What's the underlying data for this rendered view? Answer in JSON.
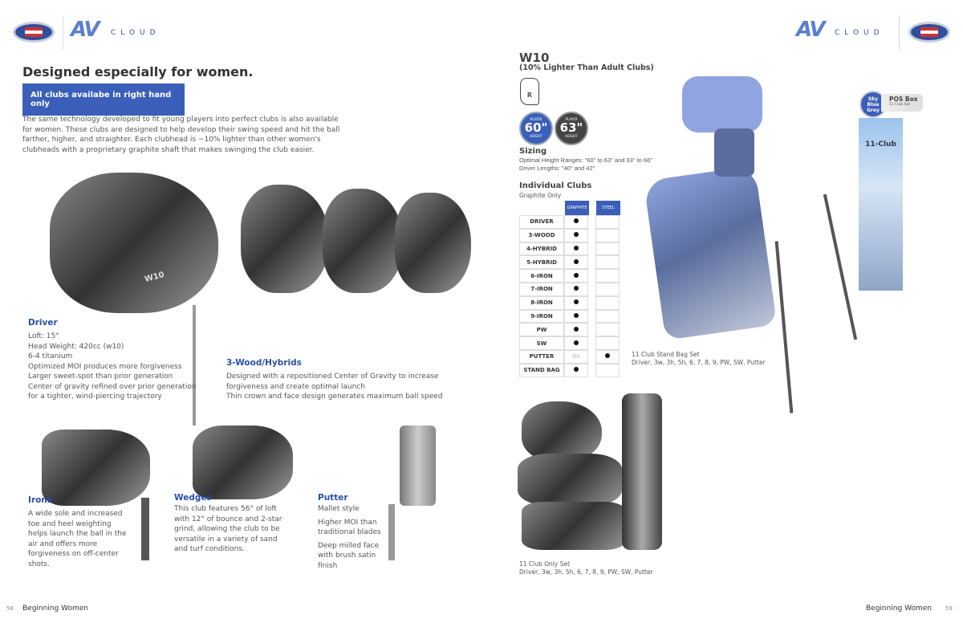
{
  "brand": {
    "name": "AV",
    "sub": "CLOUD"
  },
  "left": {
    "title": "Designed especially for women.",
    "banner": "All clubs availabe in right hand only",
    "intro": "The same technology developed to fit young players into perfect clubs is also available for women. These clubs are designed to help develop their swing speed and hit the ball farther, higher, and straighter. Each clubhead is ~10% lighter than other women's clubheads with a proprietary graphite shaft that makes swinging the club easier.",
    "driver": {
      "title": "Driver",
      "lines": [
        "Loft: 15°",
        "Head Weight: 420cc (w10)",
        "6-4 titanium",
        "Optimized MOI produces more forgiveness",
        "Larger sweet-spot than prior generation",
        "Center of gravity refined over prior generation",
        "for a tighter, wind-piercing trajectory"
      ],
      "head_label": "W10"
    },
    "woods": {
      "title": "3-Wood/Hybrids",
      "lines": [
        "Designed with a repositioned Center of Gravity to increase",
        "forgiveness and create optimal launch",
        "Thin crown and face design generates maximum ball speed"
      ]
    },
    "irons": {
      "title": "Irons",
      "text": "A wide sole and increased toe and heel weighting helps launch the ball in the air and offers more forgiveness on off-center shots."
    },
    "wedges": {
      "title": "Wedges",
      "text": "This club features 56° of loft with 12° of bounce and 2-star grind, allowing the club to be versatile in a variety of sand and turf conditions."
    },
    "putter": {
      "title": "Putter",
      "lines": [
        "Mallet style",
        "Higher MOI than traditional blades",
        "Deep milled face with brush satin finish"
      ]
    },
    "page_num": "58",
    "footer": "Beginning Women"
  },
  "right": {
    "model": "W10",
    "model_sub": "(10% Lighter Than Adult Clubs)",
    "hand": "R",
    "heights": [
      {
        "top": "PLAYER",
        "value": "60\"",
        "bottom": "HEIGHT"
      },
      {
        "top": "PLAYER",
        "value": "63\"",
        "bottom": "HEIGHT"
      }
    ],
    "sizing_title": "Sizing",
    "sizing_lines": [
      "Optimal Height Ranges: \"60\" to 63\" and 63\" to 66\"",
      "Driver Lengths: \"40\" and 42\""
    ],
    "clubs_title": "Individual Clubs",
    "clubs_sub": "Graphite Only",
    "table_headers": [
      "GRAPHITE",
      "STEEL"
    ],
    "rows": [
      {
        "name": "DRIVER",
        "graphite": "dot",
        "steel": ""
      },
      {
        "name": "3-WOOD",
        "graphite": "dot",
        "steel": ""
      },
      {
        "name": "4-HYBRID",
        "graphite": "dot",
        "steel": ""
      },
      {
        "name": "5-HYBRID",
        "graphite": "dot",
        "steel": ""
      },
      {
        "name": "6-IRON",
        "graphite": "dot",
        "steel": ""
      },
      {
        "name": "7-IRON",
        "graphite": "dot",
        "steel": ""
      },
      {
        "name": "8-IRON",
        "graphite": "dot",
        "steel": ""
      },
      {
        "name": "9-IRON",
        "graphite": "dot",
        "steel": ""
      },
      {
        "name": "PW",
        "graphite": "dot",
        "steel": ""
      },
      {
        "name": "SW",
        "graphite": "dot",
        "steel": ""
      },
      {
        "name": "PUTTER",
        "graphite": "NA",
        "steel": "dot"
      },
      {
        "name": "STAND BAG",
        "graphite": "dot",
        "steel": ""
      }
    ],
    "bag_caption": [
      "11 Club Stand Bag Set",
      "Driver, 3w, 3h, 5h, 6, 7, 8, 9, PW, SW, Putter"
    ],
    "set_caption": [
      "11 Club Only Set",
      "Driver, 3w, 3h, 5h, 6, 7, 8, 9, PW, SW, Putter"
    ],
    "color_badge": "Sky Blue Grey",
    "pos_title": "POS Box",
    "pos_sub": "11 Club Set",
    "box_label": "11-Club",
    "page_num": "59",
    "footer": "Beginning Women"
  },
  "colors": {
    "accent": "#3b5fb8"
  }
}
